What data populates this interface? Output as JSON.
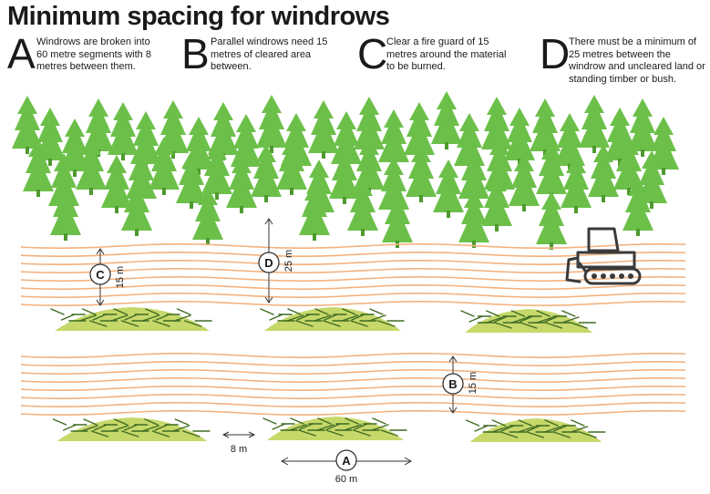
{
  "title": "Minimum spacing for windrows",
  "rules": [
    {
      "letter": "A",
      "text": "Windrows are broken into 60 metre segments with 8 metres between them."
    },
    {
      "letter": "B",
      "text": "Parallel windrows need 15 metres of cleared area between."
    },
    {
      "letter": "C",
      "text": "Clear a fire guard of 15 metres around the material to be burned."
    },
    {
      "letter": "D",
      "text": "There must be a minimum of 25 metres between the windrow and uncleared land or standing timber or bush."
    }
  ],
  "markers": {
    "a": {
      "letter": "A",
      "dimension": "60 m"
    },
    "b": {
      "letter": "B",
      "dimension": "15 m"
    },
    "c": {
      "letter": "C",
      "dimension": "15 m"
    },
    "d": {
      "letter": "D",
      "dimension": "25 m"
    },
    "gap": {
      "dimension": "8 m"
    }
  },
  "colors": {
    "tree": "#6cc04a",
    "trunk": "#4e9a2e",
    "stripe": "#f4b27e",
    "pile_light": "#c6d86a",
    "pile_dark": "#3f6b22",
    "arrow": "#333333",
    "machine": "#3a3a3a"
  }
}
